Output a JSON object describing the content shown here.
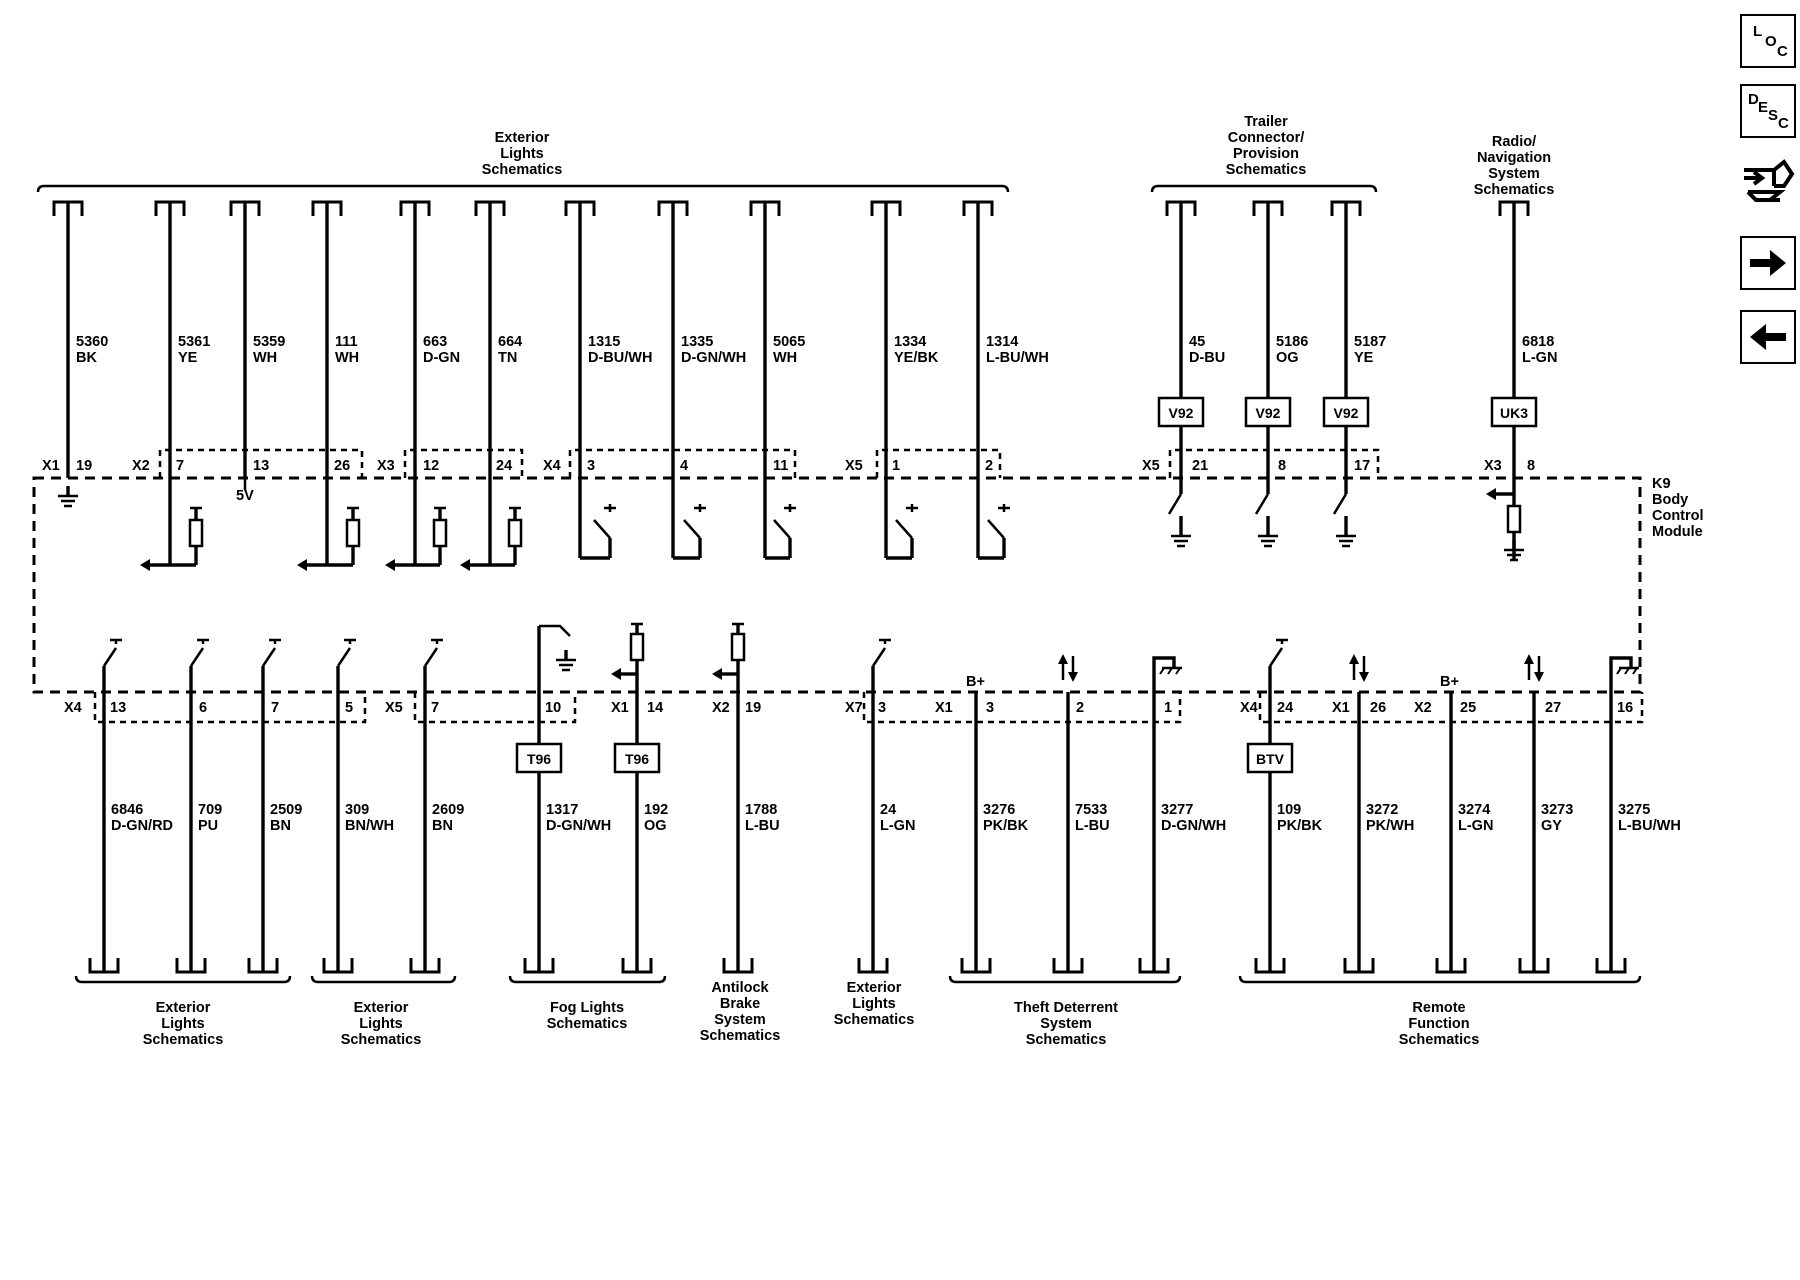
{
  "nav": {
    "loc": [
      "L",
      "O",
      "C"
    ],
    "desc": [
      "D",
      "E",
      "S",
      "C"
    ]
  },
  "module": [
    "K9",
    "Body",
    "Control",
    "Module"
  ],
  "power_marks": {
    "b_plus": "B+",
    "five_v": "5V"
  },
  "top_groups": [
    {
      "lines": [
        "Exterior",
        "Lights",
        "Schematics"
      ]
    },
    {
      "lines": [
        "Trailer",
        "Connector/",
        "Provision",
        "Schematics"
      ]
    },
    {
      "lines": [
        "Radio/",
        "Navigation",
        "System",
        "Schematics"
      ]
    }
  ],
  "top_connectors": [
    "X1",
    "X2",
    "X3",
    "X4",
    "X5",
    "X5",
    "X3"
  ],
  "top_wires": [
    {
      "circuit": "5360",
      "color": "BK",
      "pin": "19"
    },
    {
      "circuit": "5361",
      "color": "YE",
      "pin": "7"
    },
    {
      "circuit": "5359",
      "color": "WH",
      "pin": "13"
    },
    {
      "circuit": "111",
      "color": "WH",
      "pin": "26"
    },
    {
      "circuit": "663",
      "color": "D-GN",
      "pin": "12"
    },
    {
      "circuit": "664",
      "color": "TN",
      "pin": "24"
    },
    {
      "circuit": "1315",
      "color": "D-BU/WH",
      "pin": "3"
    },
    {
      "circuit": "1335",
      "color": "D-GN/WH",
      "pin": "4"
    },
    {
      "circuit": "5065",
      "color": "WH",
      "pin": "11"
    },
    {
      "circuit": "1334",
      "color": "YE/BK",
      "pin": "1"
    },
    {
      "circuit": "1314",
      "color": "L-BU/WH",
      "pin": "2"
    },
    {
      "circuit": "45",
      "color": "D-BU",
      "pin": "21",
      "option": "V92"
    },
    {
      "circuit": "5186",
      "color": "OG",
      "pin": "8",
      "option": "V92"
    },
    {
      "circuit": "5187",
      "color": "YE",
      "pin": "17",
      "option": "V92"
    },
    {
      "circuit": "6818",
      "color": "L-GN",
      "pin": "8",
      "option": "UK3"
    }
  ],
  "bottom_connectors": [
    "X4",
    "X5",
    "X1",
    "X2",
    "X7",
    "X1",
    "X4",
    "X1",
    "X2"
  ],
  "bottom_wires": [
    {
      "circuit": "6846",
      "color": "D-GN/RD",
      "pin": "13"
    },
    {
      "circuit": "709",
      "color": "PU",
      "pin": "6"
    },
    {
      "circuit": "2509",
      "color": "BN",
      "pin": "7"
    },
    {
      "circuit": "309",
      "color": "BN/WH",
      "pin": "5"
    },
    {
      "circuit": "2609",
      "color": "BN",
      "pin": "7"
    },
    {
      "circuit": "1317",
      "color": "D-GN/WH",
      "pin": "10",
      "option": "T96"
    },
    {
      "circuit": "192",
      "color": "OG",
      "pin": "14",
      "option": "T96"
    },
    {
      "circuit": "1788",
      "color": "L-BU",
      "pin": "19"
    },
    {
      "circuit": "24",
      "color": "L-GN",
      "pin": "3"
    },
    {
      "circuit": "3276",
      "color": "PK/BK",
      "pin": "3"
    },
    {
      "circuit": "7533",
      "color": "L-BU",
      "pin": "2"
    },
    {
      "circuit": "3277",
      "color": "D-GN/WH",
      "pin": "1"
    },
    {
      "circuit": "109",
      "color": "PK/BK",
      "pin": "24",
      "option": "BTV"
    },
    {
      "circuit": "3272",
      "color": "PK/WH",
      "pin": "26"
    },
    {
      "circuit": "3274",
      "color": "L-GN",
      "pin": "25"
    },
    {
      "circuit": "3273",
      "color": "GY",
      "pin": "27"
    },
    {
      "circuit": "3275",
      "color": "L-BU/WH",
      "pin": "16"
    }
  ],
  "bottom_groups": [
    {
      "lines": [
        "Exterior",
        "Lights",
        "Schematics"
      ]
    },
    {
      "lines": [
        "Exterior",
        "Lights",
        "Schematics"
      ]
    },
    {
      "lines": [
        "Fog Lights",
        "Schematics"
      ]
    },
    {
      "lines": [
        "Antilock",
        "Brake",
        "System",
        "Schematics"
      ]
    },
    {
      "lines": [
        "Exterior",
        "Lights",
        "Schematics"
      ]
    },
    {
      "lines": [
        "Theft Deterrent",
        "System",
        "Schematics"
      ]
    },
    {
      "lines": [
        "Remote",
        "Function",
        "Schematics"
      ]
    }
  ]
}
